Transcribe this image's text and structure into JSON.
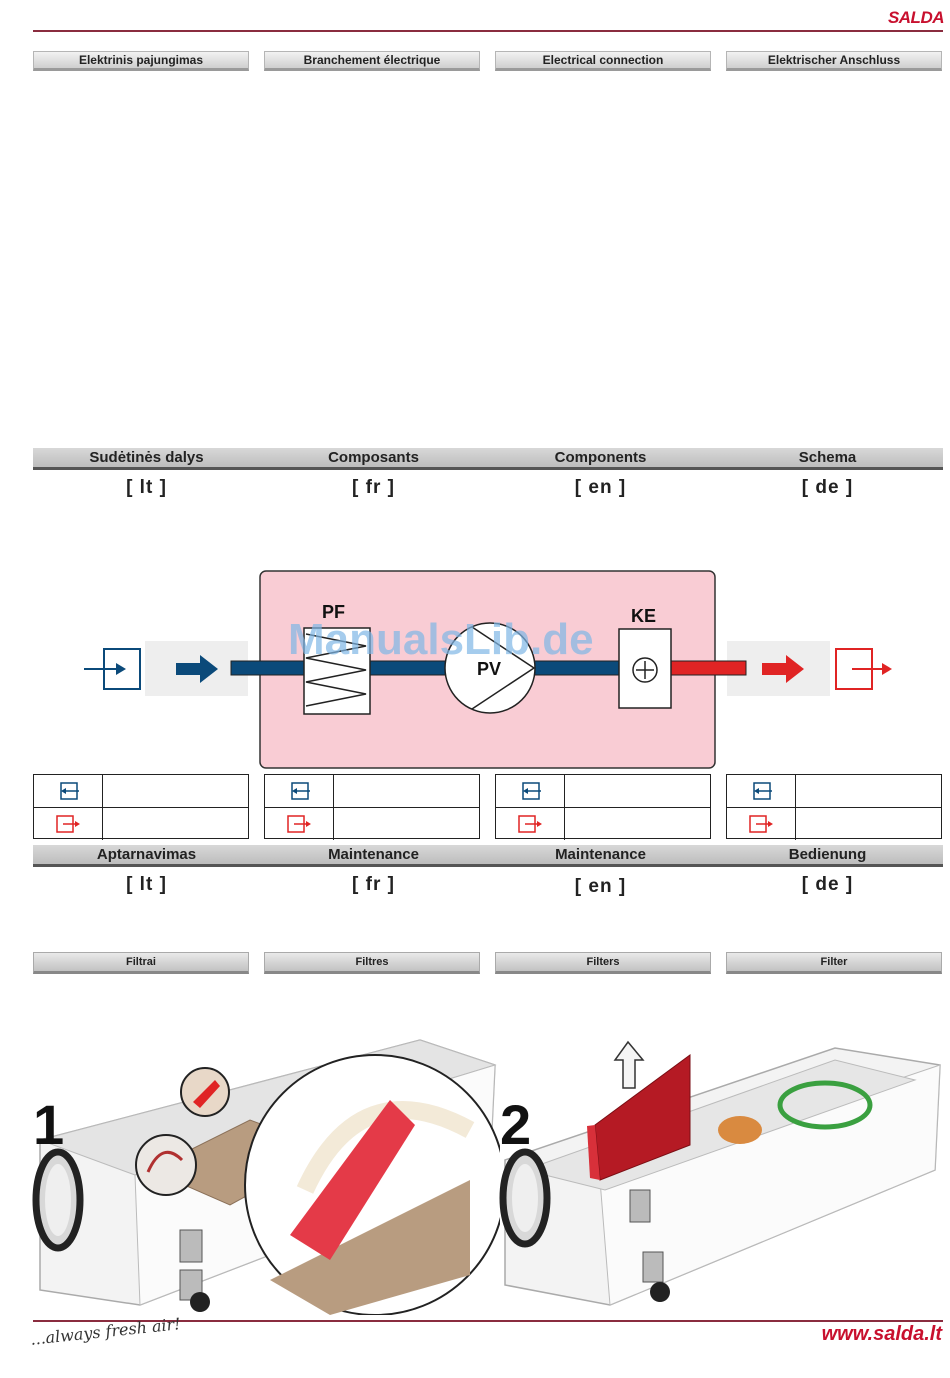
{
  "brand": "SALDA",
  "top_headers": [
    "Elektrinis pajungimas",
    "Branchement électrique",
    "Electrical connection",
    "Elektrischer Anschluss"
  ],
  "components_section": {
    "titles": [
      "Sudėtinės dalys",
      "Composants",
      "Components",
      "Schema"
    ],
    "langs": [
      "[ lt ]",
      "[ fr ]",
      "[ en ]",
      "[ de ]"
    ]
  },
  "diagram": {
    "labels": {
      "filter": "PF",
      "fan": "PV",
      "heater": "KE"
    },
    "watermark": "ManualsLib.de",
    "colors": {
      "supply": "#0b4a7a",
      "exhaust": "#e02424",
      "unit_bg": "#f9ccd4"
    }
  },
  "legend_tables": [
    {
      "rows": [
        {
          "icon": "inlet-icon",
          "text": ""
        },
        {
          "icon": "outlet-icon",
          "text": ""
        }
      ]
    },
    {
      "rows": [
        {
          "icon": "inlet-icon",
          "text": ""
        },
        {
          "icon": "outlet-icon",
          "text": ""
        }
      ]
    },
    {
      "rows": [
        {
          "icon": "inlet-icon",
          "text": ""
        },
        {
          "icon": "outlet-icon",
          "text": ""
        }
      ]
    },
    {
      "rows": [
        {
          "icon": "inlet-icon",
          "text": ""
        },
        {
          "icon": "outlet-icon",
          "text": ""
        }
      ]
    }
  ],
  "maintenance_section": {
    "titles": [
      "Aptarnavimas",
      "Maintenance",
      "Maintenance",
      "Bedienung"
    ],
    "langs": [
      "[ lt ]",
      "[ fr ]",
      "[ en ]",
      "[ de ]"
    ]
  },
  "filter_headers": [
    "Filtrai",
    "Filtres",
    "Filters",
    "Filter"
  ],
  "steps": [
    "1",
    "2"
  ],
  "footer": {
    "tagline": "...always fresh air!",
    "url": "www.salda.lt"
  }
}
